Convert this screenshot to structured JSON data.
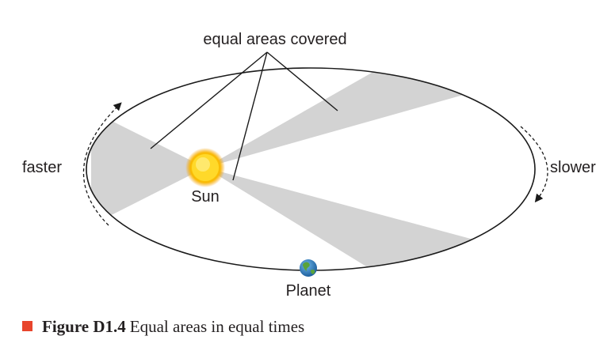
{
  "labels": {
    "equal_areas": "equal areas covered",
    "faster": "faster",
    "slower": "slower",
    "sun": "Sun",
    "planet": "Planet"
  },
  "caption": {
    "figure_number": "Figure D1.4",
    "text": "Equal areas in equal times"
  },
  "colors": {
    "swept_area": "#d3d3d3",
    "orbit": "#1a1a1a",
    "sun_core": "#ffe23a",
    "sun_glow": "#f7a400",
    "caption_marker": "#e8452c"
  },
  "icons": {
    "sun": "sun-icon",
    "planet": "earth-globe-icon"
  }
}
